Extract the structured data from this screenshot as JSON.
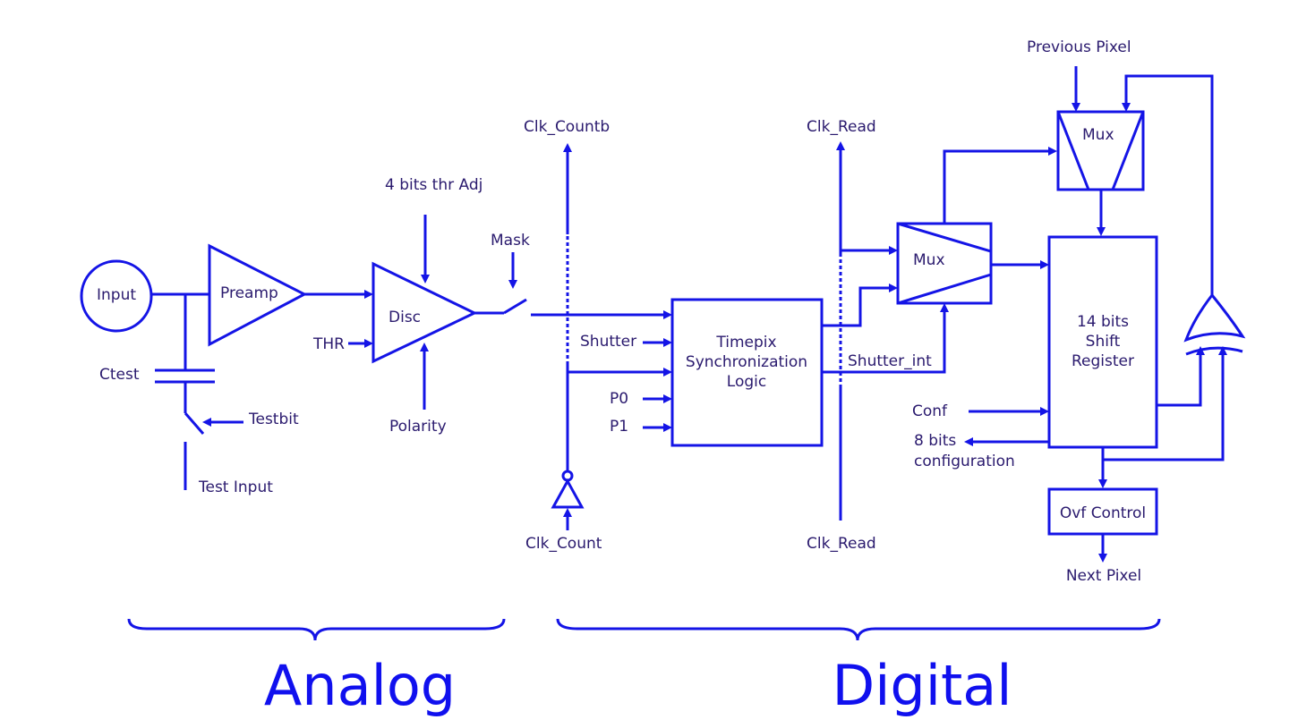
{
  "labels": {
    "input": "Input",
    "preamp": "Preamp",
    "ctest": "Ctest",
    "testbit": "Testbit",
    "test_input": "Test Input",
    "thr": "THR",
    "disc": "Disc",
    "thr_adj": "4 bits thr Adj",
    "polarity": "Polarity",
    "mask": "Mask",
    "clk_countb": "Clk_Countb",
    "clk_count": "Clk_Count",
    "shutter": "Shutter",
    "p0": "P0",
    "p1": "P1",
    "sync_logic_line1": "Timepix",
    "sync_logic_line2": "Synchronization",
    "sync_logic_line3": "Logic",
    "clk_read_top": "Clk_Read",
    "clk_read_bottom": "Clk_Read",
    "shutter_int": "Shutter_int",
    "mux_mid": "Mux",
    "mux_top": "Mux",
    "previous_pixel": "Previous Pixel",
    "shift_reg_line1": "14 bits",
    "shift_reg_line2": "Shift",
    "shift_reg_line3": "Register",
    "conf": "Conf",
    "config_line1": "8 bits",
    "config_line2": "configuration",
    "ovf_control": "Ovf Control",
    "next_pixel": "Next  Pixel"
  },
  "sections": {
    "analog": "Analog",
    "digital": "Digital"
  }
}
